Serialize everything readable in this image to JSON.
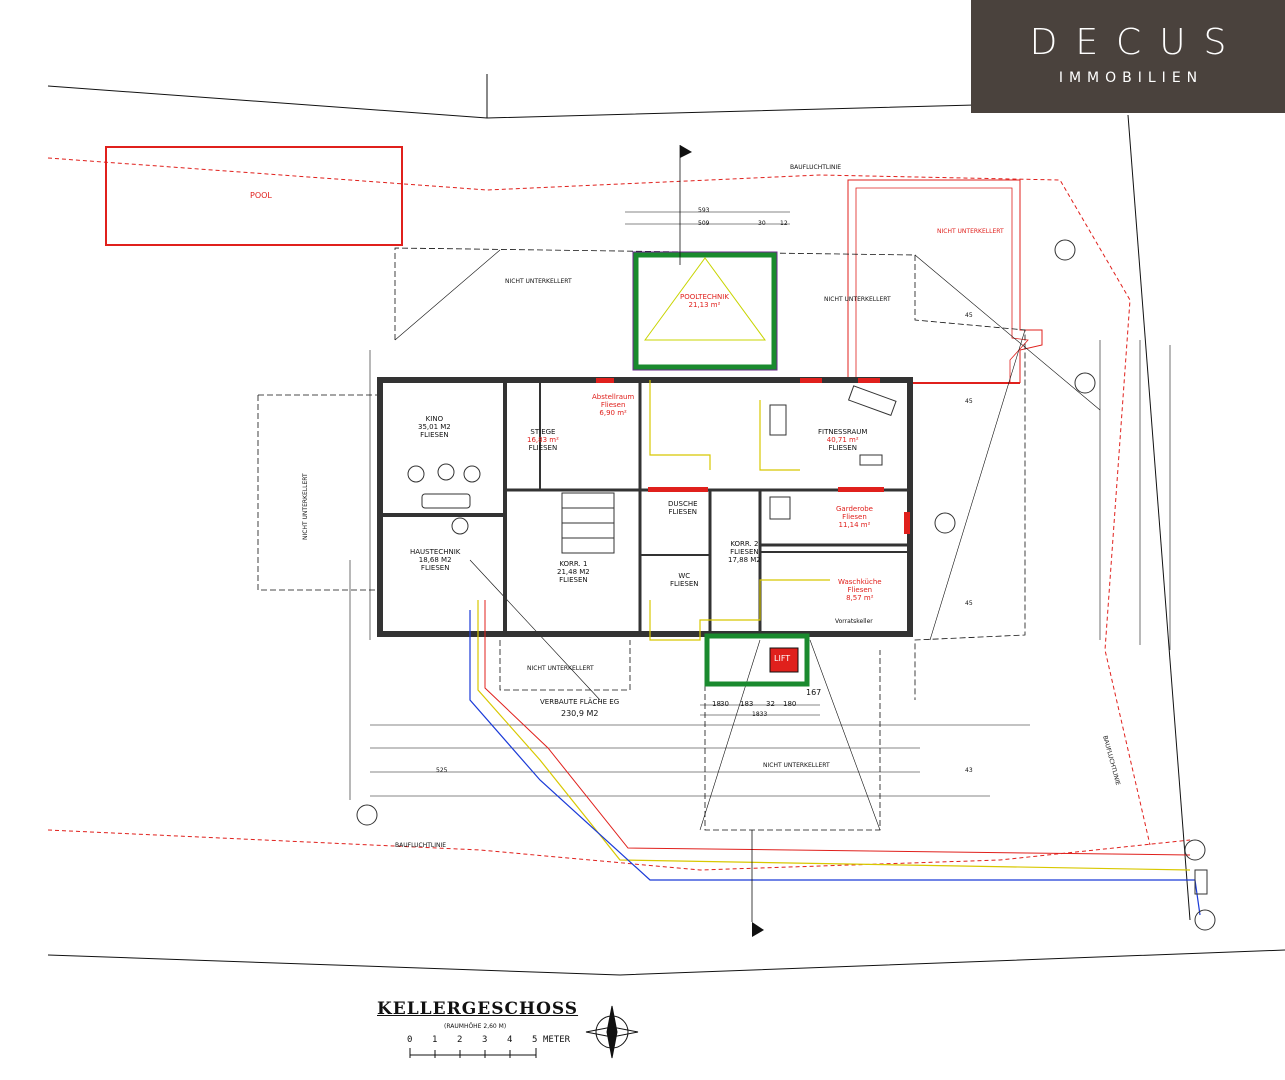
{
  "brand": {
    "name": "DECUS",
    "tagline": "IMMOBILIEN",
    "color": "#4a423d"
  },
  "plan": {
    "title": "KELLERGESCHOSS",
    "subtitle": "(RAUMHÖHE 2,60 M)",
    "scale": {
      "ticks": [
        "0",
        "1",
        "2",
        "3",
        "4",
        "5"
      ],
      "unit": "METER"
    },
    "labels": {
      "pool": "POOL",
      "baufluchtlinie_top": "BAUFLUCHTLINIE",
      "baufluchtlinie_bottom": "BAUFLUCHTLINIE",
      "baufluchtlinie_right": "BAUFLUCHTLINIE",
      "nicht_unterkellert_1": "NICHT UNTERKELLERT",
      "nicht_unterkellert_2": "NICHT UNTERKELLERT",
      "nicht_unterkellert_3": "NICHT UNTERKELLERT",
      "nicht_unterkellert_4": "NICHT UNTERKELLERT",
      "nicht_unterkellert_5": "NICHT UNTERKELLERT",
      "nicht_unterkellert_red": "NICHT UNTERKELLERT",
      "verbaute_flaeche": "VERBAUTE FLÄCHE EG",
      "verbaute_flaeche_value": "230,9 M2",
      "lift": "LIFT",
      "vorrat": "Vorratskeller"
    },
    "rooms": [
      {
        "name": "KINO",
        "area": "35,01 M2",
        "floor": "FLIESEN"
      },
      {
        "name": "STIEGE",
        "area": "16,83 m²",
        "floor": "FLIESEN"
      },
      {
        "name": "Abstellraum",
        "area": "6,90 m²",
        "floor": "Fliesen"
      },
      {
        "name": "POOLTECHNIK",
        "area": "21,13 m²",
        "floor": ""
      },
      {
        "name": "FITNESSRAUM",
        "area": "40,71 m²",
        "floor": "FLIESEN"
      },
      {
        "name": "HAUSTECHNIK",
        "area": "18,68 M2",
        "floor": "FLIESEN"
      },
      {
        "name": "KORR. 1",
        "area": "21,48 M2",
        "floor": "FLIESEN"
      },
      {
        "name": "KORR. 2",
        "area": "17,88 M2",
        "floor": "FLIESEN"
      },
      {
        "name": "Garderobe",
        "area": "11,14 m²",
        "floor": "Fliesen"
      },
      {
        "name": "Waschküche",
        "area": "8,57 m²",
        "floor": "Fliesen"
      },
      {
        "name": "DUSCHE",
        "area": "",
        "floor": "FLIESEN"
      },
      {
        "name": "WC",
        "area": "",
        "floor": "FLIESEN"
      }
    ],
    "dimensions": [
      "593",
      "509",
      "30",
      "12",
      "167",
      "18",
      "30",
      "183",
      "32",
      "180",
      "1833",
      "525",
      "45",
      "45",
      "45",
      "43"
    ]
  }
}
